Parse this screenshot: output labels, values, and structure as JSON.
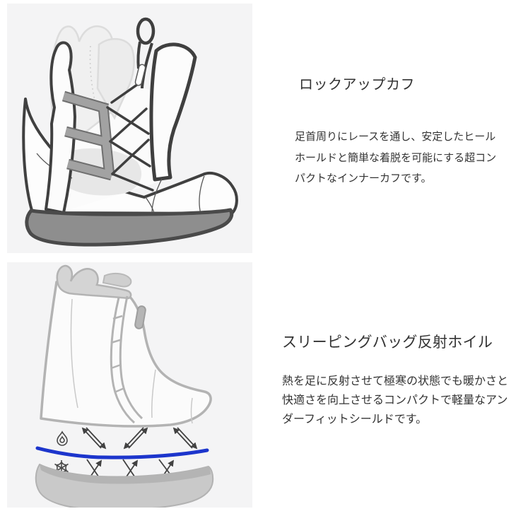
{
  "page": {
    "background_color": "#ffffff",
    "panel_background_color": "#f4f4f5"
  },
  "colors": {
    "boot_outline_dark": "#3f3f3f",
    "strap_gray": "#a2a2a2",
    "sole_dark_gray": "#8e8e8e",
    "ghost_liner_gray": "#dcdcdc",
    "faded_boot_gray": "#b3b3b3",
    "faded_sole_gray": "#c9c9c9",
    "reflective_foil_blue": "#1c35cc",
    "arrow_dark": "#424242",
    "text_color": "#333333"
  },
  "sections": [
    {
      "id": "lockup-cuff",
      "title": "ロックアップカフ",
      "description": "足首周りにレースを通し、安定したヒールホールドと簡単な着脱を可能にする超コンパクトなインナーカフです。",
      "illustration": "snowboard-boot-inner-cuff-lacing-diagram"
    },
    {
      "id": "sleeping-bag-reflective-foil",
      "title": "スリーピングバッグ反射ホイル",
      "description": "熱を足に反射させて極寒の状態でも暖かさと快適さを向上させるコンパクトで軽量なアンダーフィットシールドです。",
      "illustration": "boot-heat-reflection-diagram",
      "icons": [
        "flame-icon",
        "snowflake-icon"
      ]
    }
  ]
}
